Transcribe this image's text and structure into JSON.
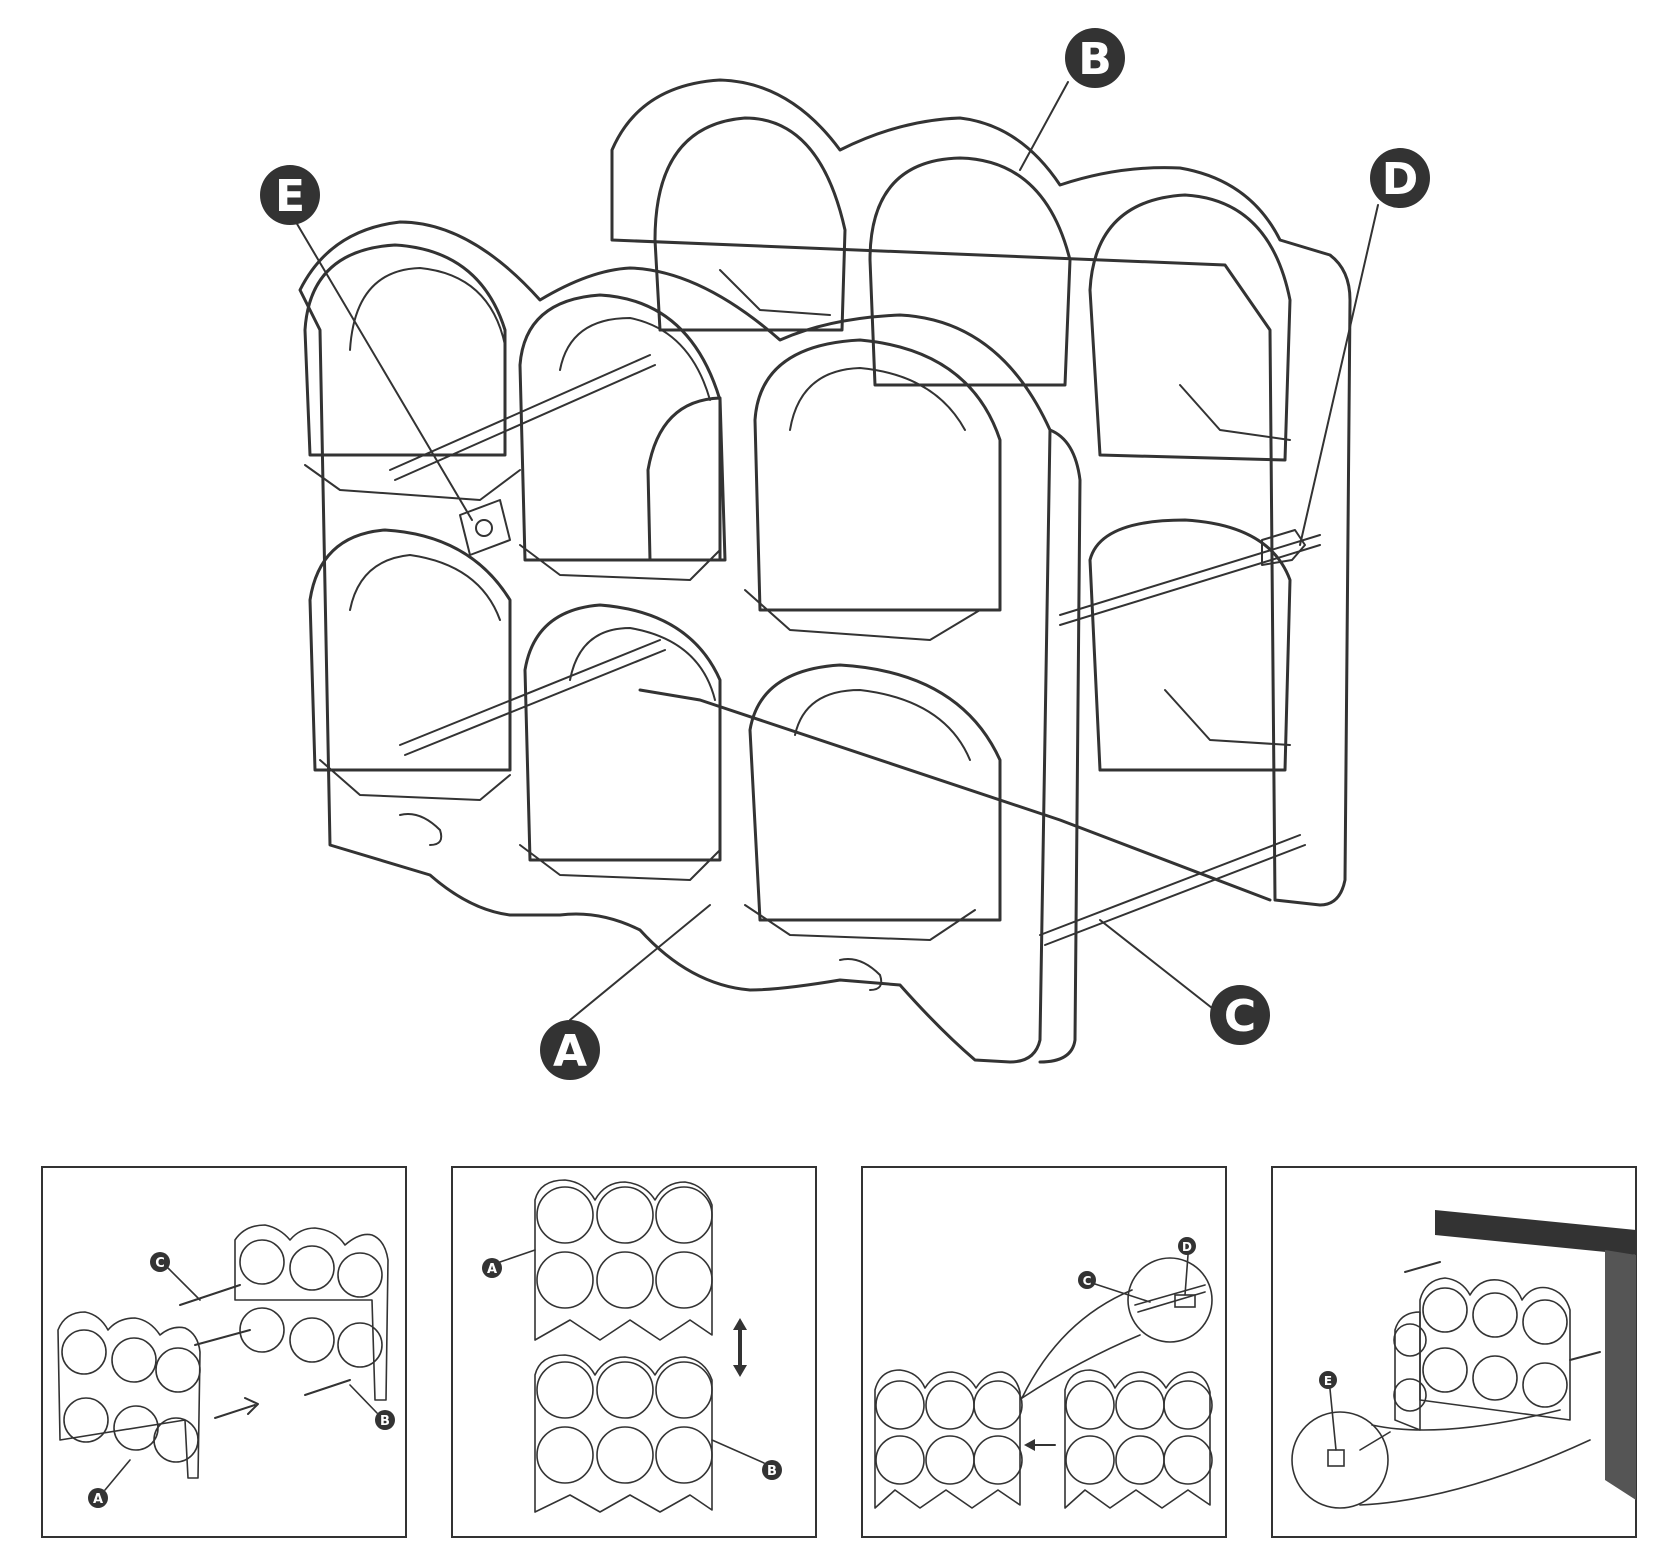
{
  "labels": {
    "a": "A",
    "b": "B",
    "c": "C",
    "d": "D",
    "e": "E"
  },
  "steps": [
    {
      "labels": [
        "C",
        "B",
        "A"
      ]
    },
    {
      "labels": [
        "A",
        "B"
      ]
    },
    {
      "labels": [
        "C",
        "D"
      ]
    },
    {
      "labels": [
        "E"
      ]
    }
  ],
  "colors": {
    "line": "#333333",
    "badge": "#333333",
    "background": "#ffffff"
  }
}
